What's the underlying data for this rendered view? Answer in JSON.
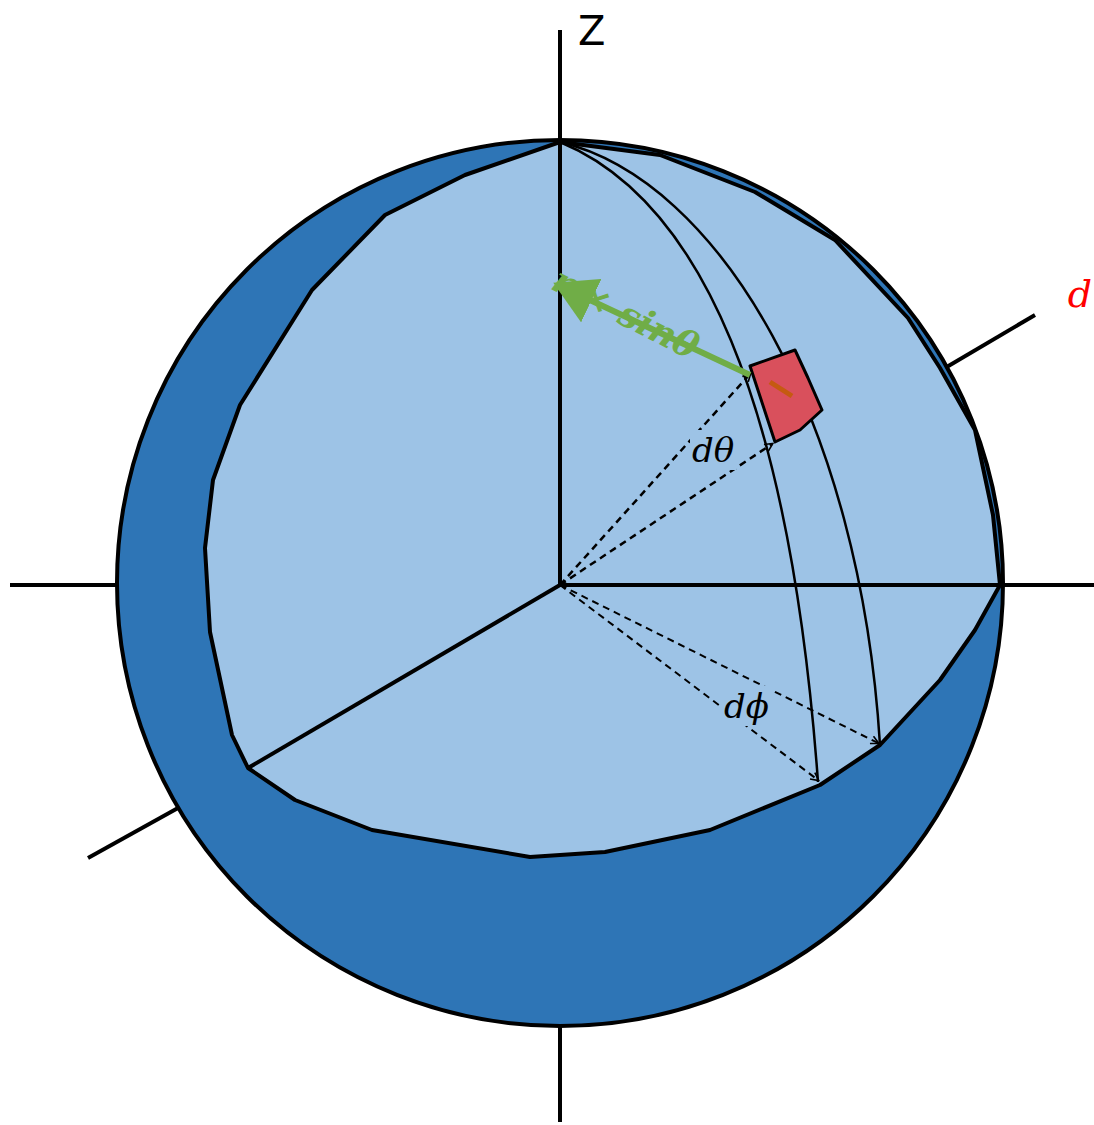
{
  "diagram": {
    "labels": [
      "Z",
      "r × sinθ",
      "dθ",
      "dϕ",
      "d"
    ]
  }
}
